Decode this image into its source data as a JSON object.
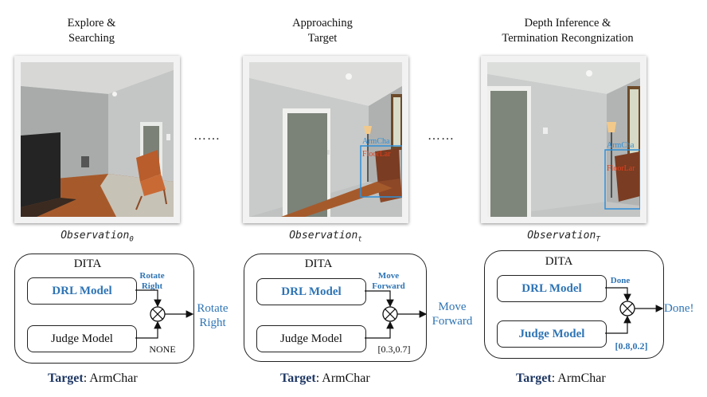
{
  "stages": [
    {
      "title_line1": "Explore &",
      "title_line2": "Searching",
      "obs_label": "Observation",
      "obs_sub": "0"
    },
    {
      "title_line1": "Approaching",
      "title_line2": "Target",
      "obs_label": "Observation",
      "obs_sub": "t"
    },
    {
      "title_line1": "Depth Inference &",
      "title_line2": "Termination Recongnization",
      "obs_label": "Observation",
      "obs_sub": "T"
    }
  ],
  "ellipsis": "……",
  "detections": {
    "armchair": "ArmCha",
    "floorlamp": "FloorLar"
  },
  "panels": [
    {
      "dita": "DITA",
      "drl": "DRL Model",
      "judge": "Judge Model",
      "drl_out_line1": "Rotate",
      "drl_out_line2": "Right",
      "judge_out": "NONE",
      "result_line1": "Rotate",
      "result_line2": "Right",
      "highlight": "drl"
    },
    {
      "dita": "DITA",
      "drl": "DRL Model",
      "judge": "Judge Model",
      "drl_out_line1": "Move",
      "drl_out_line2": "Forward",
      "judge_out": "[0.3,0.7]",
      "result_line1": "Move",
      "result_line2": "Forward",
      "highlight": "drl"
    },
    {
      "dita": "DITA",
      "drl": "DRL Model",
      "judge": "Judge Model",
      "drl_out_line1": "Done",
      "drl_out_line2": "",
      "judge_out": "[0.8,0.2]",
      "result_line1": "Done!",
      "result_line2": "",
      "highlight": "both"
    }
  ],
  "target_label": "Target",
  "target_value": ": ArmChar",
  "colors": {
    "accent_blue": "#2e74b5",
    "detection_blue": "#2f8fd8",
    "detection_red": "#e0401f",
    "target_navy": "#1f3864"
  }
}
